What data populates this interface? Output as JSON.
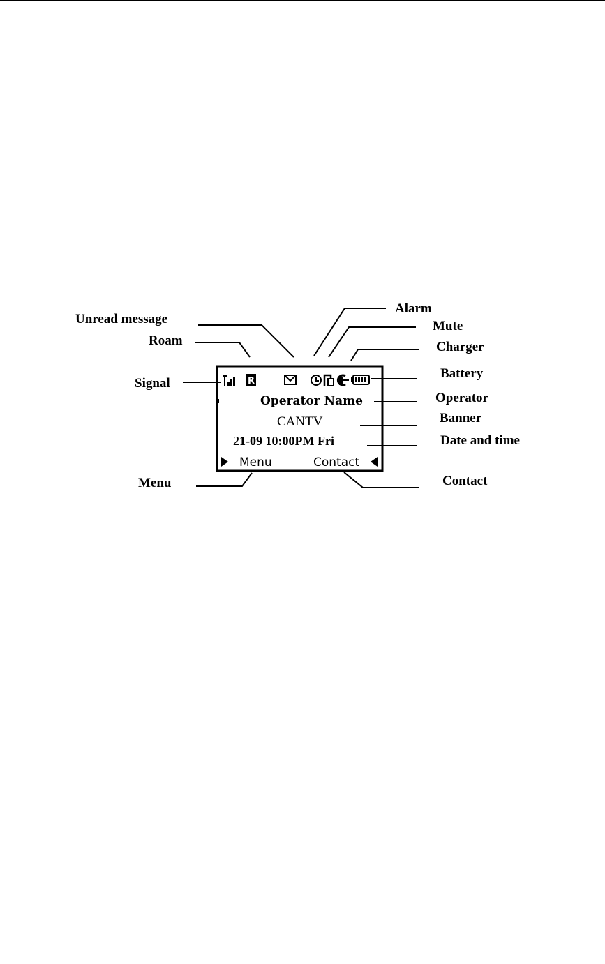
{
  "callouts": {
    "alarm": "Alarm",
    "unread_message": "Unread message",
    "mute": "Mute",
    "roam": "Roam",
    "charger": "Charger",
    "signal": "Signal",
    "battery": "Battery",
    "operator": "Operator",
    "banner": "Banner",
    "date_time": "Date and time",
    "menu": "Menu",
    "contact": "Contact"
  },
  "screen": {
    "operator_name": "Operator Name",
    "banner_text": "CANTV",
    "datetime_text": "21-09 10:00PM Fri",
    "softkey_left": "Menu",
    "softkey_right": "Contact",
    "roam_glyph": "R",
    "icons": [
      "signal-icon",
      "roam-icon",
      "envelope-icon",
      "alarm-clock-icon",
      "mute-icon",
      "charger-icon",
      "battery-icon"
    ]
  }
}
